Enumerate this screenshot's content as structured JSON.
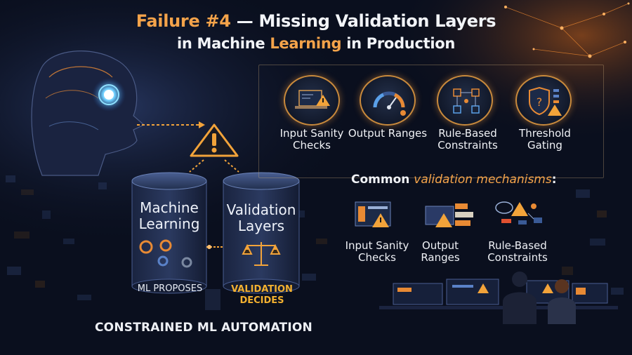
{
  "title": {
    "line1_part1": "Failure #4",
    "line1_dash": " — ",
    "line1_part2": "Missing Validation Layers",
    "line2_part1": "in Machine ",
    "line2_part2": "Learning",
    "line2_part3": " in Production"
  },
  "top_mechanisms": [
    {
      "label": "Input Sanity Checks",
      "icon": "laptop-warning-icon"
    },
    {
      "label": "Output Ranges",
      "icon": "gauge-icon"
    },
    {
      "label": "Rule-Based Constraints",
      "icon": "flowchart-icon"
    },
    {
      "label": "Threshold Gating",
      "icon": "shield-warning-icon"
    }
  ],
  "subheading": {
    "part1": "Common ",
    "part2": "validation mechanisms",
    "part3": ":"
  },
  "bottom_mechanisms": [
    {
      "label": "Input Sanity Checks",
      "icon": "monitor-warning-icon"
    },
    {
      "label": "Output Ranges",
      "icon": "screens-warning-icon"
    },
    {
      "label": "Rule-Based Constraints",
      "icon": "cloud-nodes-icon"
    }
  ],
  "cylinders": {
    "ml": {
      "label": "Machine Learning",
      "caption": "ML PROPOSES"
    },
    "validation": {
      "label": "Validation Layers",
      "caption": "VALIDATION DECIDES"
    }
  },
  "bottom_title": "CONSTRAINED ML AUTOMATION",
  "colors": {
    "accent": "#f4a34a",
    "warning": "#f2a33a",
    "background": "#0a0f1e"
  }
}
